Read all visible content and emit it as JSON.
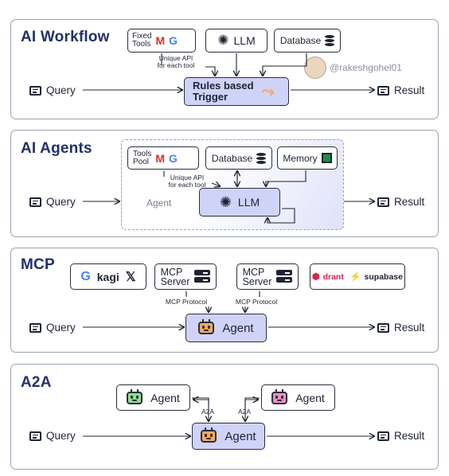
{
  "colors": {
    "panel_border": "#9aa3b2",
    "title": "#23306b",
    "highlight": "#cfd3f7",
    "trigger_icon": "#f4a95c"
  },
  "workflow": {
    "title": "AI Workflow",
    "fixed_tools": "Fixed\nTools",
    "llm": "LLM",
    "database": "Database",
    "unique_api": "Unique API\nfor each tool",
    "author": "@rakeshgohel01",
    "trigger": "Rules based\nTrigger",
    "query": "Query",
    "result": "Result"
  },
  "agents": {
    "title": "AI Agents",
    "tools_pool": "Tools\nPool",
    "database": "Database",
    "memory": "Memory",
    "unique_api": "Unique API\nfor each tool",
    "agent": "Agent",
    "llm": "LLM",
    "query": "Query",
    "result": "Result"
  },
  "mcp": {
    "title": "MCP",
    "kagi": "kagi",
    "server1": "MCP\nServer",
    "server2": "MCP\nServer",
    "qdrant": "drant",
    "supabase": "supabase",
    "protocol1": "MCP Protocol",
    "protocol2": "MCP Protocol",
    "agent": "Agent",
    "query": "Query",
    "result": "Result"
  },
  "a2a": {
    "title": "A2A",
    "agent_left": "Agent",
    "agent_right": "Agent",
    "label_left": "A2A",
    "label_right": "A2A",
    "agent_center": "Agent",
    "query": "Query",
    "result": "Result"
  }
}
